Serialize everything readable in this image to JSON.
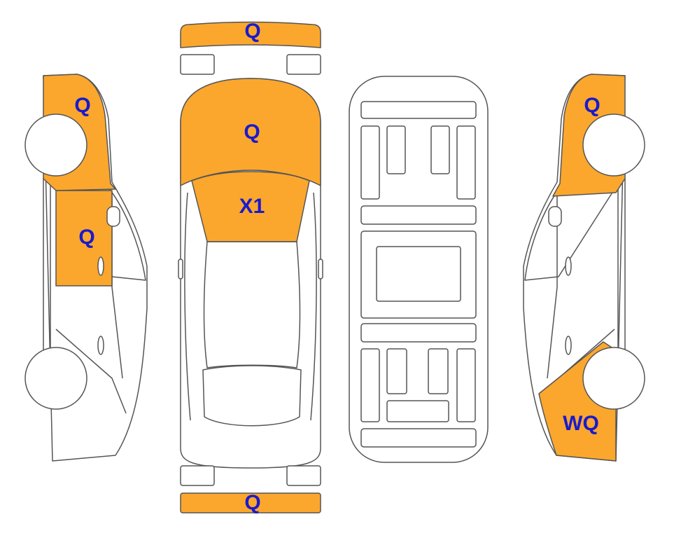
{
  "colors": {
    "damage": "#FBA72D",
    "label": "#1A1ACC",
    "outline": "#555555",
    "background": "#FFFFFF"
  },
  "panels": [
    {
      "id": "front-bumper",
      "label": "Q",
      "damaged": true
    },
    {
      "id": "hood",
      "label": "Q",
      "damaged": true
    },
    {
      "id": "windshield",
      "label": "X1",
      "damaged": true
    },
    {
      "id": "rear-bumper",
      "label": "Q",
      "damaged": true
    },
    {
      "id": "left-front-fender",
      "label": "Q",
      "damaged": true
    },
    {
      "id": "left-front-door",
      "label": "Q",
      "damaged": true
    },
    {
      "id": "right-front-fender",
      "label": "Q",
      "damaged": true
    },
    {
      "id": "right-rear-quarter",
      "label": "WQ",
      "damaged": true
    }
  ]
}
